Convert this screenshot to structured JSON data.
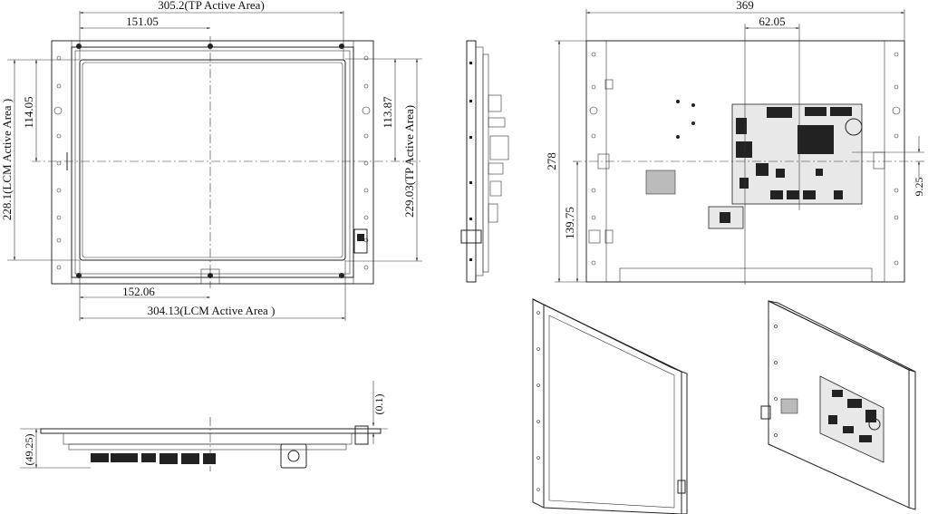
{
  "dimensions": {
    "tp_width": "305.2(TP Active Area)",
    "top_half": "151.05",
    "lcm_height": "228.1(LCM Active Area )",
    "upper_half_left": "114.05",
    "upper_half_right": "113.87",
    "tp_height": "229.03(TP Active Area)",
    "bottom_half": "152.06",
    "lcm_width": "304.13(LCM Active Area )",
    "rear_width": "369",
    "rear_offset": "62.05",
    "rear_height": "278",
    "rear_lower": "139.75",
    "rear_right": "9.25",
    "depth_gap": "(0.1)",
    "depth_total": "(49.25)"
  },
  "colors": {
    "line": "#222222",
    "background": "#ffffff",
    "panel_fill": "#e8e8e8"
  }
}
